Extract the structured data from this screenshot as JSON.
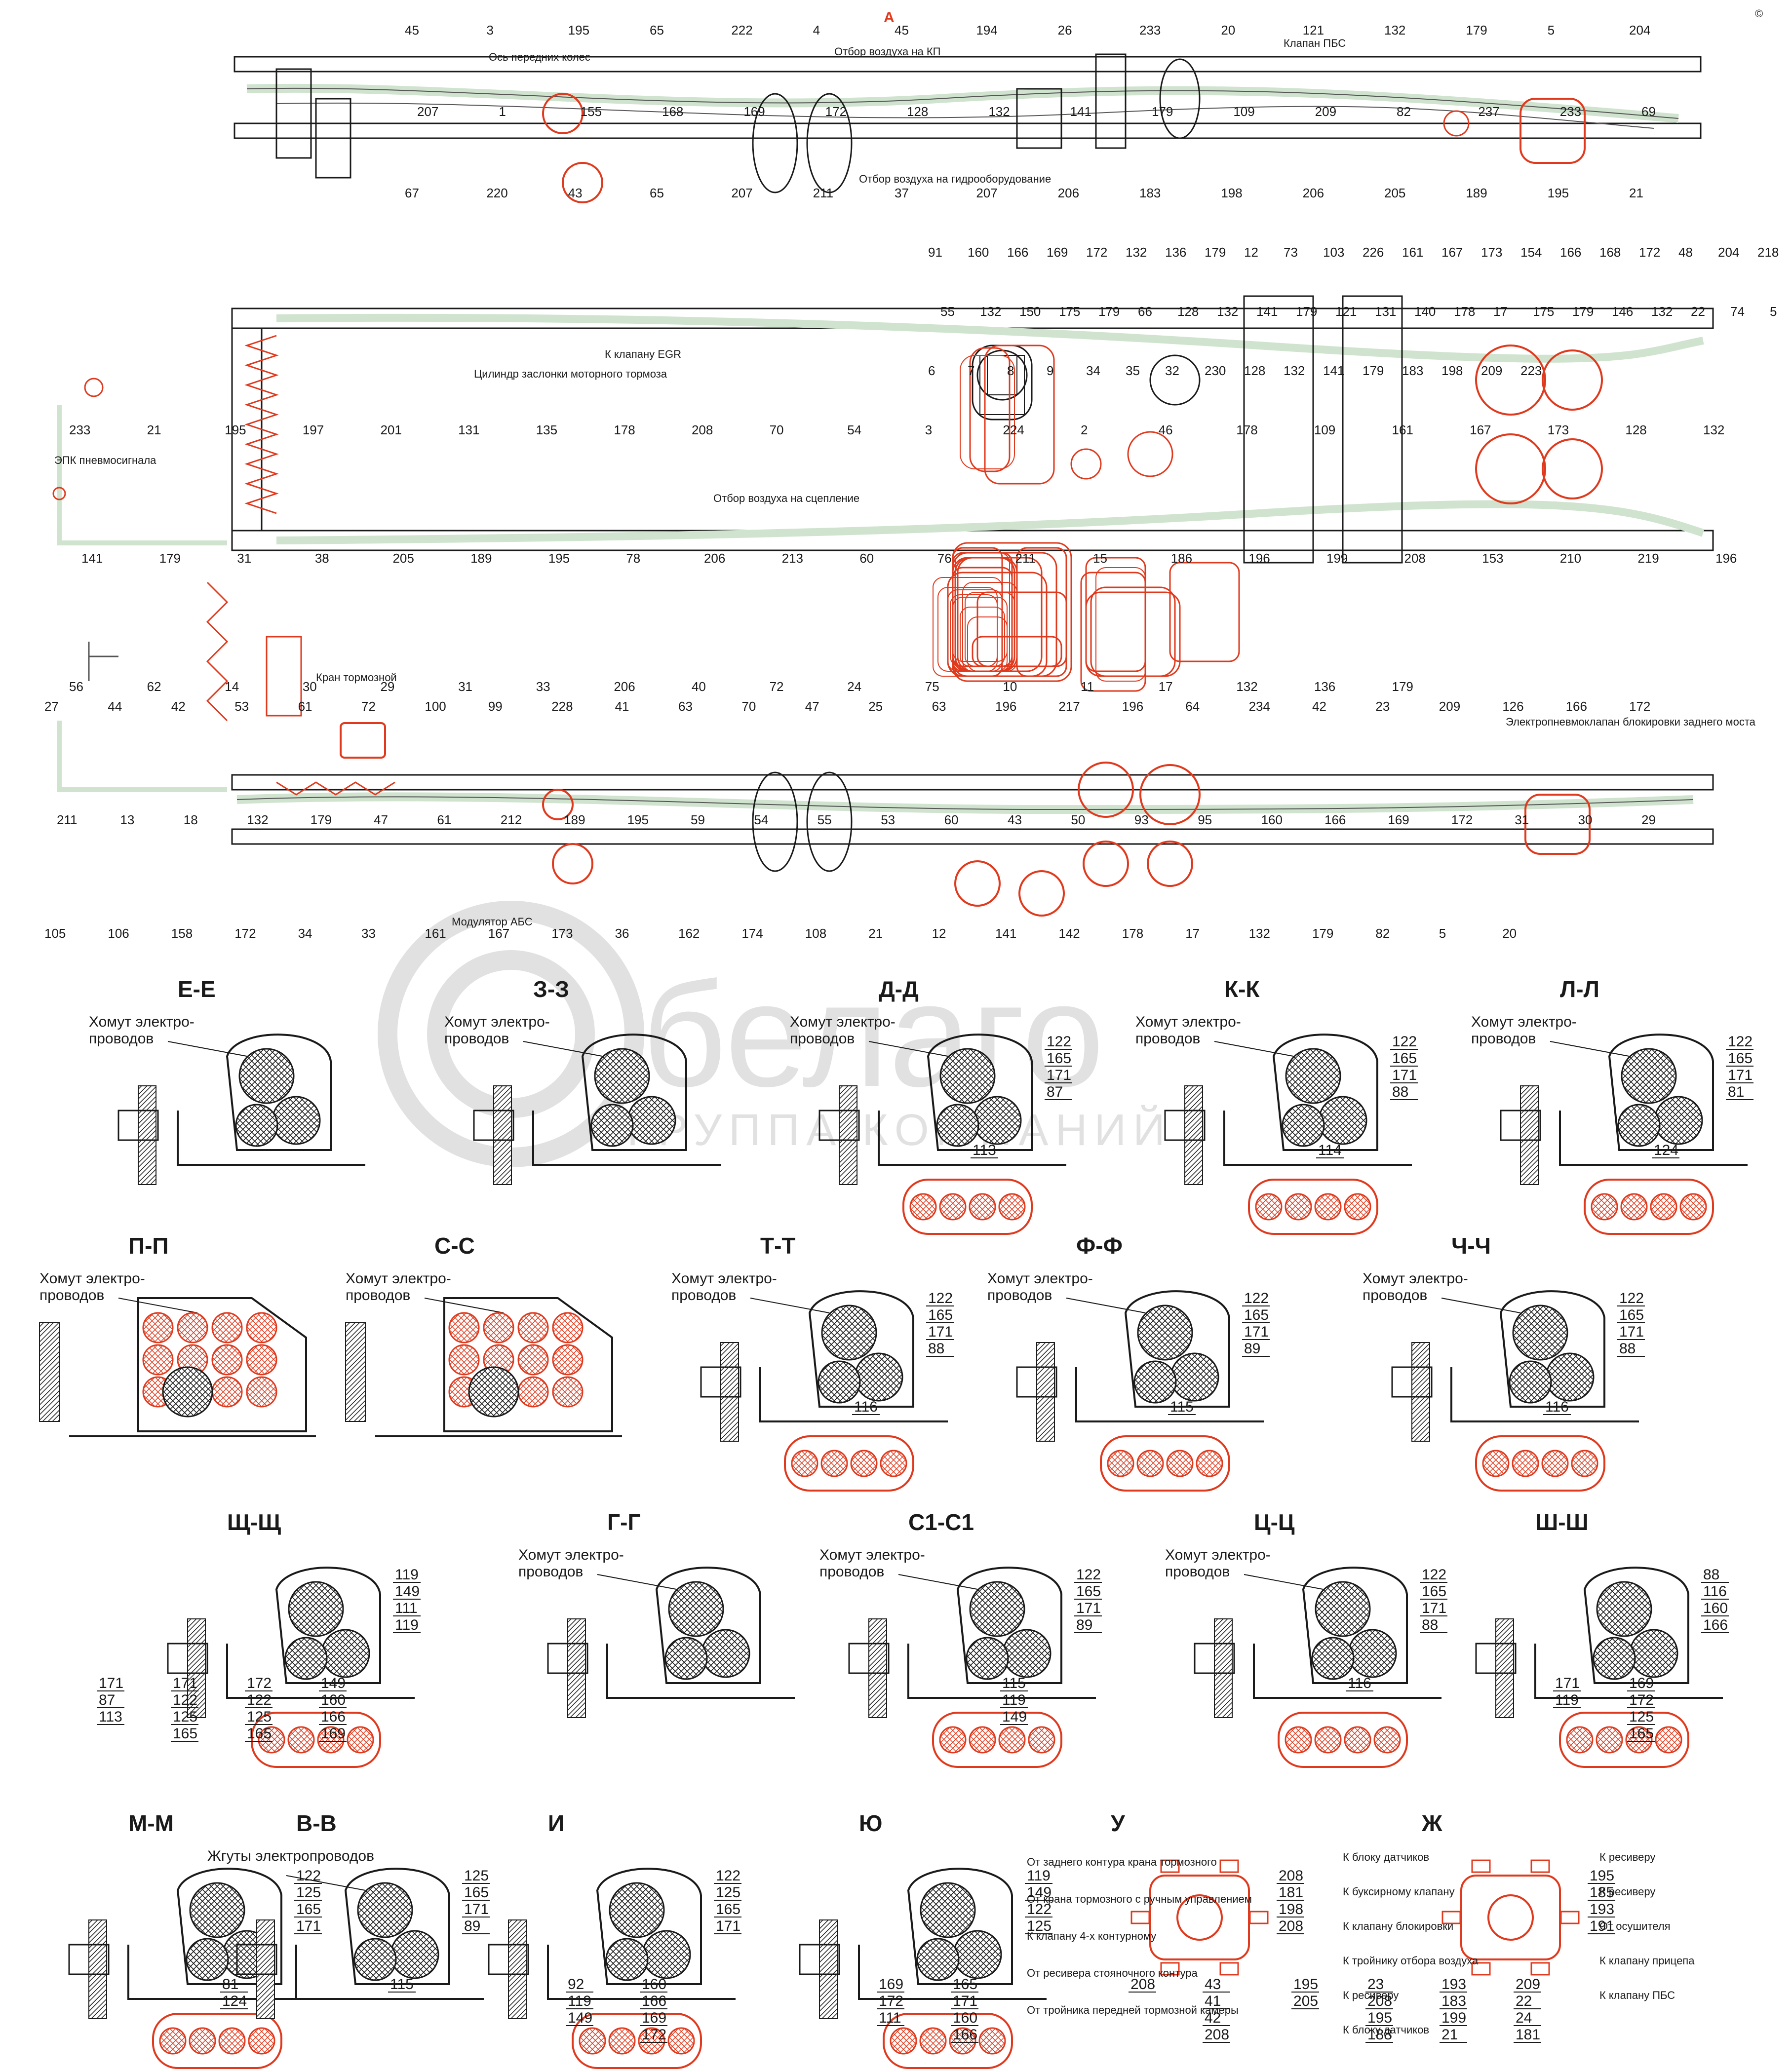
{
  "header": {
    "top_letter": "А",
    "corner_mark": "©"
  },
  "watermark": {
    "brand": "белаго",
    "tagline": "ГРУППА КОМПАНИЙ"
  },
  "top_view": {
    "labels": [
      "Ось передних колес",
      "Отбор воздуха на КП",
      "Отбор воздуха на гидрооборудование",
      "Клапан ПБС",
      "Цилиндр заслонки моторного тормоза",
      "К клапану EGR",
      "ЭПК пневмосигнала",
      "Отбор воздуха на сцепление",
      "Кран тормозной",
      "Модулятор АБС",
      "Электропневмоклапан блокировки заднего моста"
    ],
    "numbers_row1": [
      "45",
      "3",
      "195",
      "65",
      "222",
      "4",
      "45",
      "194",
      "26",
      "233",
      "20",
      "121",
      "132",
      "179",
      "5",
      "204",
      "207",
      "1",
      "155",
      "168",
      "169",
      "172",
      "128",
      "132",
      "141",
      "179",
      "109",
      "209",
      "82",
      "237",
      "233",
      "69",
      "67",
      "220",
      "43",
      "65",
      "207",
      "211",
      "37",
      "207",
      "206",
      "183",
      "198",
      "206",
      "205",
      "189",
      "195",
      "21"
    ],
    "numbers_row2": [
      "91",
      "160",
      "166",
      "169",
      "172",
      "132",
      "136",
      "179",
      "12",
      "73",
      "103",
      "226",
      "161",
      "167",
      "173",
      "154",
      "166",
      "168",
      "172",
      "48",
      "204",
      "218",
      "55",
      "132",
      "150",
      "175",
      "179",
      "66",
      "128",
      "132",
      "141",
      "179",
      "121",
      "131",
      "140",
      "178",
      "17",
      "175",
      "179",
      "146",
      "132",
      "22",
      "74",
      "5",
      "6",
      "7",
      "8",
      "9",
      "34",
      "35",
      "32",
      "230",
      "128",
      "132",
      "141",
      "179",
      "183",
      "198",
      "209",
      "223"
    ],
    "numbers_row3": [
      "233",
      "21",
      "195",
      "197",
      "201",
      "131",
      "135",
      "178",
      "208",
      "70",
      "54",
      "3",
      "224",
      "2",
      "46",
      "178",
      "109",
      "161",
      "167",
      "173",
      "128",
      "132",
      "141",
      "179",
      "31",
      "38",
      "205",
      "189",
      "195",
      "78",
      "206",
      "213",
      "60",
      "76",
      "211",
      "15",
      "186",
      "196",
      "199",
      "208",
      "153",
      "210",
      "219",
      "196",
      "56",
      "62",
      "14",
      "30",
      "29",
      "31",
      "33",
      "206",
      "40",
      "72",
      "24",
      "75",
      "10",
      "11",
      "17",
      "132",
      "136",
      "179"
    ],
    "numbers_row4": [
      "27",
      "44",
      "42",
      "53",
      "61",
      "72",
      "100",
      "99",
      "228",
      "41",
      "63",
      "70",
      "47",
      "25",
      "63",
      "196",
      "217",
      "196",
      "64",
      "234",
      "42",
      "23",
      "209",
      "126",
      "166",
      "172",
      "211",
      "13",
      "18",
      "132",
      "179",
      "47",
      "61",
      "212",
      "189",
      "195",
      "59",
      "54",
      "55",
      "53",
      "60",
      "43",
      "50",
      "93",
      "95",
      "160",
      "166",
      "169",
      "172",
      "31",
      "30",
      "29",
      "105",
      "106",
      "158",
      "172",
      "34",
      "33",
      "161",
      "167",
      "173",
      "36",
      "162",
      "174",
      "108",
      "21",
      "12",
      "141",
      "142",
      "178",
      "17",
      "132",
      "179",
      "82",
      "5",
      "20"
    ]
  },
  "sections": [
    {
      "id": "ee",
      "title": "Е-Е",
      "caption": "Хомут электро-\nпроводов",
      "numbers": []
    },
    {
      "id": "zz",
      "title": "З-З",
      "caption": "Хомут электро-\nпроводов",
      "numbers": []
    },
    {
      "id": "dd",
      "title": "Д-Д",
      "caption": "Хомут электро-\nпроводов",
      "numbers": [
        "122",
        "165",
        "171",
        "87",
        "113"
      ]
    },
    {
      "id": "kk",
      "title": "К-К",
      "caption": "Хомут электро-\nпроводов",
      "numbers": [
        "122",
        "165",
        "171",
        "88",
        "114"
      ]
    },
    {
      "id": "ll",
      "title": "Л-Л",
      "caption": "Хомут электро-\nпроводов",
      "numbers": [
        "122",
        "165",
        "171",
        "81",
        "124"
      ]
    },
    {
      "id": "pp",
      "title": "П-П",
      "caption": "Хомут электро-\nпроводов",
      "numbers": []
    },
    {
      "id": "ss",
      "title": "С-С",
      "caption": "Хомут электро-\nпроводов",
      "numbers": []
    },
    {
      "id": "tt",
      "title": "Т-Т",
      "caption": "Хомут электро-\nпроводов",
      "numbers": [
        "122",
        "165",
        "171",
        "88",
        "116"
      ]
    },
    {
      "id": "ff",
      "title": "Ф-Ф",
      "caption": "Хомут электро-\nпроводов",
      "numbers": [
        "122",
        "165",
        "171",
        "89",
        "115"
      ]
    },
    {
      "id": "chch",
      "title": "Ч-Ч",
      "caption": "Хомут электро-\nпроводов",
      "numbers": [
        "122",
        "165",
        "171",
        "88",
        "116"
      ]
    },
    {
      "id": "shch",
      "title": "Щ-Щ",
      "caption": "",
      "numbers": [
        "119",
        "149",
        "111",
        "119",
        "149",
        "160",
        "166",
        "169",
        "172",
        "122",
        "125",
        "165",
        "171",
        "122",
        "125",
        "165",
        "171",
        "87",
        "113"
      ]
    },
    {
      "id": "gg",
      "title": "Г-Г",
      "caption": "Хомут электро-\nпроводов",
      "numbers": []
    },
    {
      "id": "c1c1",
      "title": "С1-С1",
      "caption": "Хомут электро-\nпроводов",
      "numbers": [
        "122",
        "165",
        "171",
        "89",
        "115",
        "119",
        "149"
      ]
    },
    {
      "id": "tsts",
      "title": "Ц-Ц",
      "caption": "Хомут электро-\nпроводов",
      "numbers": [
        "122",
        "165",
        "171",
        "88",
        "116"
      ]
    },
    {
      "id": "shsh",
      "title": "Ш-Ш",
      "caption": "",
      "numbers": [
        "88",
        "116",
        "160",
        "166",
        "169",
        "172",
        "125",
        "165",
        "171",
        "119"
      ]
    },
    {
      "id": "mm",
      "title": "М-М",
      "caption": "",
      "numbers": [
        "122",
        "125",
        "165",
        "171",
        "81",
        "124"
      ]
    },
    {
      "id": "vv",
      "title": "В-В",
      "caption": "Жгуты электропроводов",
      "numbers": [
        "125",
        "165",
        "171",
        "89",
        "115"
      ]
    },
    {
      "id": "i",
      "title": "И",
      "caption": "",
      "numbers": [
        "122",
        "125",
        "165",
        "171",
        "160",
        "166",
        "169",
        "172",
        "92",
        "119",
        "149"
      ]
    },
    {
      "id": "yu",
      "title": "Ю",
      "caption": "",
      "numbers": [
        "119",
        "149",
        "122",
        "125",
        "165",
        "171",
        "160",
        "166",
        "169",
        "172",
        "111"
      ]
    },
    {
      "id": "u",
      "title": "У",
      "caption": "",
      "numbers": [
        "208",
        "181",
        "198",
        "208",
        "43",
        "41",
        "42",
        "208",
        "208"
      ]
    },
    {
      "id": "zh",
      "title": "Ж",
      "caption": "",
      "numbers": [
        "195",
        "185",
        "193",
        "191",
        "209",
        "22",
        "24",
        "181",
        "193",
        "183",
        "199",
        "21",
        "23",
        "208",
        "195",
        "188",
        "195",
        "205"
      ]
    }
  ],
  "valve_u_labels": [
    "От заднего контура крана тормозного",
    "От крана тормозного с ручным управлением",
    "К клапану 4-х контурному",
    "От ресивера стояночного контура",
    "От тройника передней тормозной камеры"
  ],
  "valve_zh_labels": [
    "К блоку датчиков",
    "К ресиверу",
    "К буксирному клапану",
    "К ресиверу",
    "К клапану блокировки",
    "От осушителя",
    "К тройнику отбора воздуха",
    "К клапану прицепа",
    "К ресиверу",
    "К клапану ПБС",
    "К блоку датчиков"
  ],
  "colors": {
    "line": "#1a1a1a",
    "accent": "#e03a1e",
    "hose": "#cfe3cf",
    "watermark": "#c9c9c9"
  }
}
